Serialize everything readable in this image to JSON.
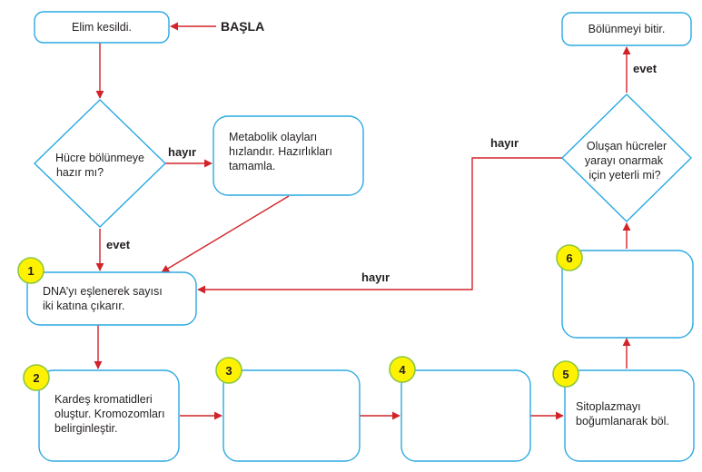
{
  "start_label": "BAŞLA",
  "boxes": {
    "elim": "Elim kesildi.",
    "metabolik": [
      "Metabolik olayları",
      "hızlandır. Hazırlıkları",
      "tamamla."
    ],
    "dna": [
      "DNA’yı eşlenerek sayısı",
      "iki katına çıkarır."
    ],
    "kardes": [
      "Kardeş kromatidleri",
      "oluştur. Kromozomları",
      "belirginleştir."
    ],
    "step3": "",
    "step4": "",
    "sitoplazma": [
      "Sitoplazmayı",
      "boğumlanarak böl."
    ],
    "step6": "",
    "bitir": "Bölünmeyi bitir."
  },
  "decisions": {
    "hucre": [
      "Hücre bölünmeye",
      "hazır mı?"
    ],
    "olusan": [
      "Oluşan hücreler",
      "yarayı onarmak",
      "için yeterli mi?"
    ]
  },
  "edge_labels": {
    "hayir_left": "hayır",
    "evet_left": "evet",
    "hayir_top": "hayır",
    "hayir_mid": "hayır",
    "evet_right": "evet"
  },
  "step_numbers": [
    "1",
    "2",
    "3",
    "4",
    "5",
    "6"
  ],
  "colors": {
    "box_stroke": "#2ba9e1",
    "arrow": "#d2232a",
    "badge_fill": "#fff200",
    "badge_stroke": "#8dc63f"
  }
}
